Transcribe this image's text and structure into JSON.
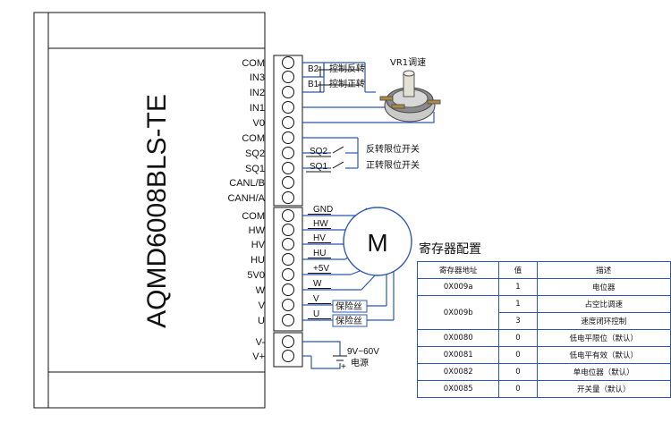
{
  "device": {
    "model": "AQMD6008BLS-TE"
  },
  "pins": [
    {
      "label": "COM"
    },
    {
      "label": "IN3"
    },
    {
      "label": "IN2"
    },
    {
      "label": "IN1"
    },
    {
      "label": "V0"
    },
    {
      "label": "COM"
    },
    {
      "label": "SQ2"
    },
    {
      "label": "SQ1"
    },
    {
      "label": "CANL/B"
    },
    {
      "label": "CANH/A"
    },
    {
      "label": "COM"
    },
    {
      "label": "HW"
    },
    {
      "label": "HV"
    },
    {
      "label": "HU"
    },
    {
      "label": "5V0"
    },
    {
      "label": "W"
    },
    {
      "label": "V"
    },
    {
      "label": "U"
    },
    {
      "label": "V-"
    },
    {
      "label": "V+"
    }
  ],
  "control": {
    "b2": "B2",
    "b1": "B1",
    "reverse": "控制反转",
    "forward": "控制正转",
    "pot": "VR1调速",
    "sq2": "SQ2",
    "sq1": "SQ1",
    "sq2_desc": "反转限位开关",
    "sq1_desc": "正转限位开关"
  },
  "motor": {
    "symbol": "M",
    "wires": [
      "GND",
      "HW",
      "HV",
      "HU",
      "+5V",
      "W",
      "V",
      "U"
    ],
    "fuse": "保险丝"
  },
  "power": {
    "voltage": "9V~60V",
    "label": "电源",
    "plus": "+"
  },
  "register": {
    "title": "寄存器配置",
    "headers": [
      "寄存器地址",
      "值",
      "描述"
    ],
    "rows": [
      {
        "addr": "0X009a",
        "val": "1",
        "desc": "电位器"
      },
      {
        "addr": "0X009b",
        "val": "1",
        "desc": "占空比调速"
      },
      {
        "addr": "",
        "val": "3",
        "desc": "速度闭环控制"
      },
      {
        "addr": "0X0080",
        "val": "0",
        "desc": "低电平限位（默认）"
      },
      {
        "addr": "0X0081",
        "val": "0",
        "desc": "低电平有效（默认）"
      },
      {
        "addr": "0X0082",
        "val": "0",
        "desc": "单电位器（默认）"
      },
      {
        "addr": "0X0085",
        "val": "0",
        "desc": "开关量（默认）"
      }
    ]
  }
}
